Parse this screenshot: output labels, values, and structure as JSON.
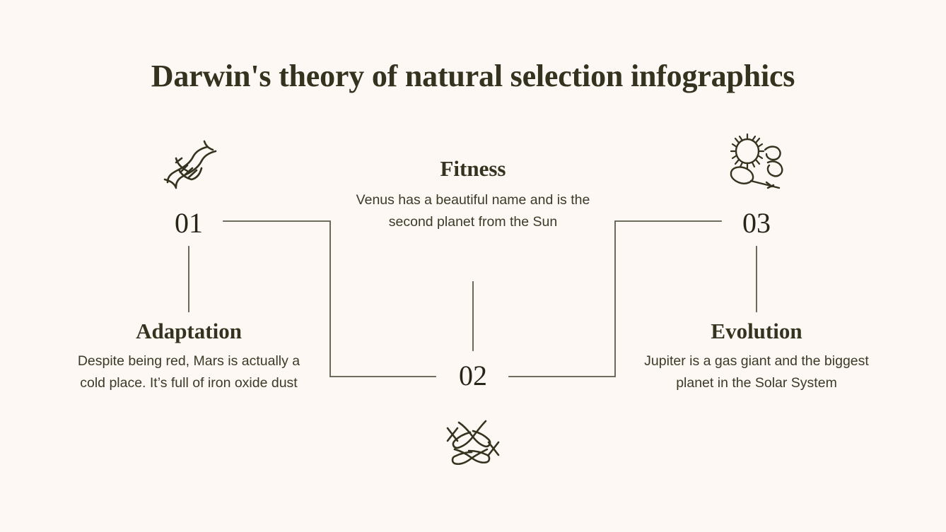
{
  "slide": {
    "title": "Darwin's theory of natural selection infographics",
    "background_color": "#FDF8F3",
    "text_color": "#33331F",
    "line_color": "#5A5A4A"
  },
  "items": [
    {
      "number": "01",
      "heading": "Adaptation",
      "body": "Despite being red, Mars is actually a cold place. It’s full of iron oxide dust",
      "icon": "dna-helix-icon"
    },
    {
      "number": "02",
      "heading": "Fitness",
      "body": "Venus has a beautiful name and is the second planet from the Sun",
      "icon": "chromosomes-icon"
    },
    {
      "number": "03",
      "heading": "Evolution",
      "body": "Jupiter is a gas giant and the biggest planet in the Solar System",
      "icon": "microbes-icon"
    }
  ]
}
